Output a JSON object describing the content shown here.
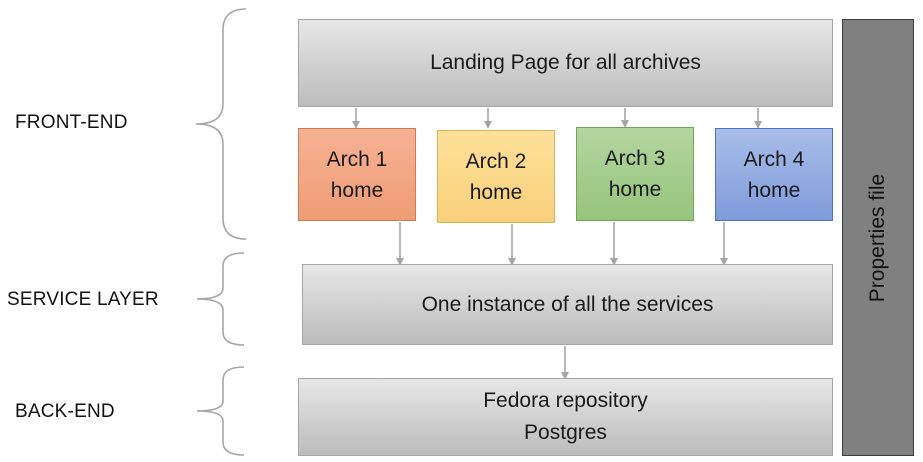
{
  "layers": {
    "front_end": "FRONT-END",
    "service_layer": "SERVICE LAYER",
    "back_end": "BACK-END"
  },
  "landing_page": "Landing Page for all archives",
  "archives": [
    {
      "label": "Arch 1\nhome",
      "color": "#f4a582"
    },
    {
      "label": "Arch 2\nhome",
      "color": "#fdd98a"
    },
    {
      "label": "Arch 3\nhome",
      "color": "#a9d18e"
    },
    {
      "label": "Arch 4\nhome",
      "color": "#8faadc"
    }
  ],
  "services": "One instance of all the services",
  "backend": "Fedora repository\nPostgres",
  "properties": "Properties file"
}
